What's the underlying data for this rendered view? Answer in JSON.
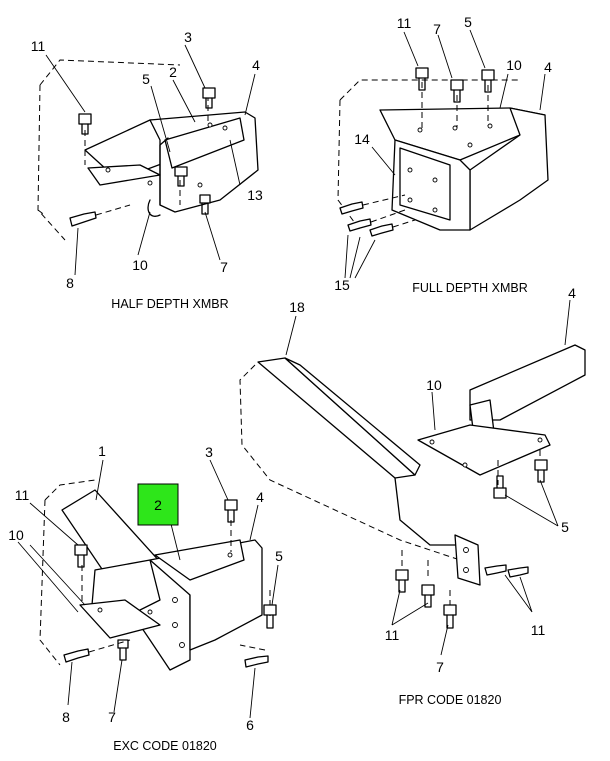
{
  "captions": {
    "top_left": "HALF DEPTH XMBR",
    "top_right": "FULL DEPTH XMBR",
    "bottom_left": "EXC CODE 01820",
    "bottom_right": "FPR CODE 01820"
  },
  "highlight": {
    "color": "#2ee61a",
    "label": "2"
  },
  "callouts": {
    "tl_11": "11",
    "tl_3": "3",
    "tl_2": "2",
    "tl_4": "4",
    "tl_5": "5",
    "tl_13": "13",
    "tl_8": "8",
    "tl_10": "10",
    "tl_7": "7",
    "tr_11": "11",
    "tr_7": "7",
    "tr_5": "5",
    "tr_10": "10",
    "tr_4": "4",
    "tr_14": "14",
    "tr_15": "15",
    "bl_1": "1",
    "bl_3": "3",
    "bl_4": "4",
    "bl_11": "11",
    "bl_10": "10",
    "bl_5": "5",
    "bl_8": "8",
    "bl_7": "7",
    "bl_6": "6",
    "br_18": "18",
    "br_4": "4",
    "br_10": "10",
    "br_5": "5",
    "br_11a": "11",
    "br_11b": "11",
    "br_7": "7"
  }
}
